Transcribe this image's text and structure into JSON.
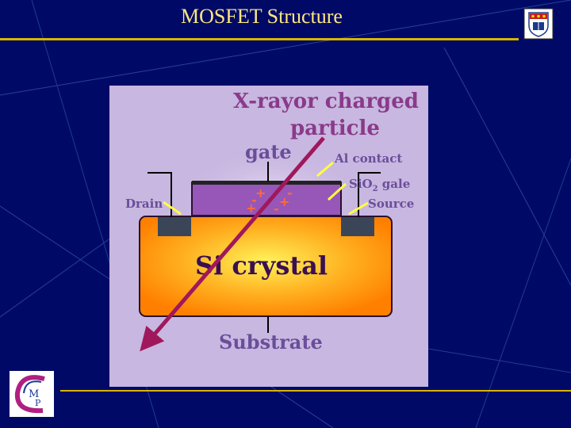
{
  "slide": {
    "title": "MOSFET Structure",
    "accent_color": "#d8b400",
    "background_color": "#000a66"
  },
  "diagram": {
    "particle_label_line1": "X-rayor charged",
    "particle_label_line2": "particle",
    "gate_label": "gate",
    "al_contact_label": "Al contact",
    "sio2_label_main": "SiO",
    "sio2_label_sub": "2",
    "sio2_label_rest": " gale",
    "source_label": "Source",
    "drain_label": "Drain",
    "crystal_label": "Si crystal",
    "substrate_label": "Substrate",
    "charges": [
      "+",
      "-",
      "+",
      "-",
      "+",
      "-"
    ],
    "colors": {
      "panel": "#c8b7e0",
      "crystal_center": "#fff25a",
      "crystal_edge": "#ff8000",
      "oxide": "#9657b8",
      "contact": "#3a4658",
      "arrow": "#a0185c",
      "pointer": "#ffff40"
    }
  },
  "logos": {
    "crest_icon": "university-crest-icon",
    "corner_logo_icon": "cmp-logo-icon"
  }
}
